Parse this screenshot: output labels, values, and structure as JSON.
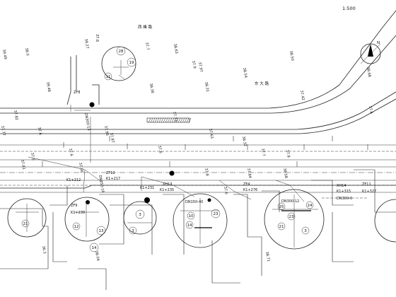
{
  "scale": "1:500",
  "elevations": [
    "37.6",
    "39.27",
    "37.7",
    "38.63",
    "37.97",
    "38.50",
    "38.68",
    "39.49",
    "38.0",
    "39.48",
    "38.36",
    "37.9",
    "38.31",
    "38.54",
    "37.42",
    "37.6",
    "37.82",
    "37.6",
    "37.95",
    "37.87",
    "37.73",
    "37.5",
    "37.6",
    "37.81",
    "37.56",
    "37.6",
    "37.63",
    "37.8",
    "37.84",
    "37.6",
    "37.7",
    "37.8",
    "38.32",
    "38.58",
    "38.71",
    "36.3",
    "38.04",
    "37.77"
  ],
  "stations": [
    "K1+212",
    "K1+217",
    "K1+231",
    "K1+235",
    "K1+276",
    "K1+315",
    "K1+327",
    "K1+239"
  ],
  "nodes": [
    "ZF8",
    "ZF9",
    "ZF11",
    "XH13",
    "XH14",
    "ZF12",
    "ZF4",
    "DN300-13",
    "DN150-16",
    "DN150-40",
    "DN300-12",
    "DN300-6"
  ],
  "detail_circles": [
    {
      "id": "top-detail",
      "numbers": [
        "28",
        "19",
        "11"
      ]
    },
    {
      "id": "detail-a",
      "numbers": [
        "21"
      ]
    },
    {
      "id": "detail-b",
      "numbers": [
        "13",
        "12",
        "14"
      ]
    },
    {
      "id": "detail-c",
      "numbers": [
        "3",
        "3"
      ]
    },
    {
      "id": "detail-d",
      "numbers": [
        "10",
        "23",
        "14"
      ]
    },
    {
      "id": "detail-e",
      "numbers": [
        "25",
        "24",
        "23",
        "21",
        "3"
      ]
    }
  ],
  "annotations": {
    "road_name_a": "西 峰 路",
    "road_name_b": "东 大 路",
    "north_label": "N"
  }
}
